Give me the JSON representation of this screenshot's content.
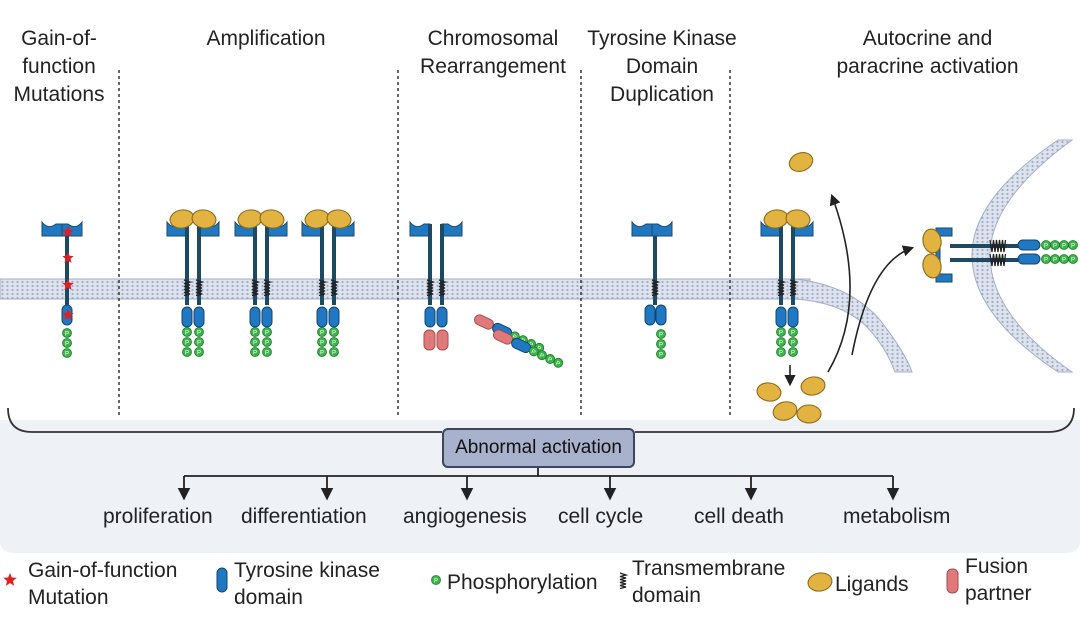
{
  "headers": {
    "gain": "Gain-of-\nfunction\nMutations",
    "amp": "Amplification",
    "chrom": "Chromosomal\nRearrangement",
    "tkd": "Tyrosine Kinase\nDomain\nDuplication",
    "auto": "Autocrine and\nparacrine activation"
  },
  "center_label": "Abnormal activation",
  "outcomes": [
    "proliferation",
    "differentiation",
    "angiogenesis",
    "cell cycle",
    "cell death",
    "metabolism"
  ],
  "phospho_letter": "P",
  "legend": {
    "mutation": "Gain-of-function\nMutation",
    "tk": "Tyrosine kinase\ndomain",
    "phos": "Phosphorylation",
    "tm": "Transmembrane\ndomain",
    "lig": "Ligands",
    "fusion": "Fusion\npartner"
  },
  "colors": {
    "membrane": "#cfd6e4",
    "membrane_edge": "#9aa6bc",
    "receptor": "#1c4a63",
    "kinase": "#1f78c1",
    "ligand": "#e3b341",
    "ligand_edge": "#8c6a1a",
    "phospho": "#3cb44b",
    "mutation": "#e02020",
    "fusion": "#e07a7a",
    "panel": "#eef1f6",
    "box": "#a9b2cc"
  }
}
